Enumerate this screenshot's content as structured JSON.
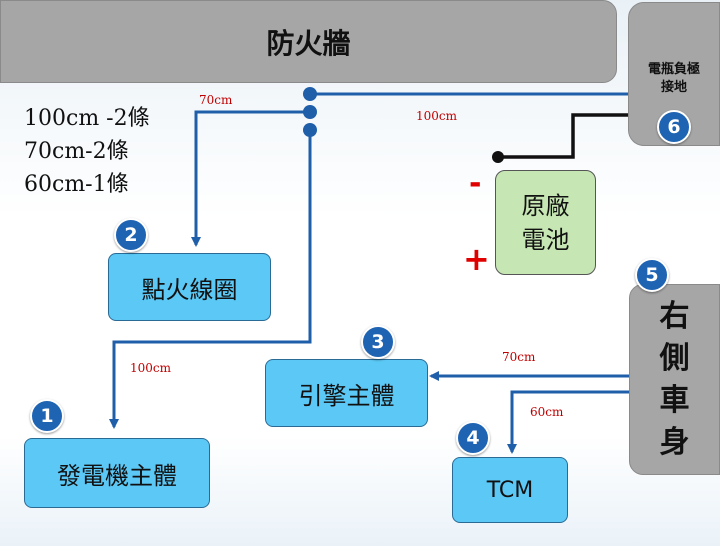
{
  "title": "防火牆",
  "legend": [
    "100cm -2條",
    "70cm-2條",
    "60cm-1條"
  ],
  "nodes": {
    "ground": "電瓶負極\n接地",
    "battery": "原廠\n電池",
    "right_body": "右\n側\n車\n身",
    "ignition_coil": "點火線圈",
    "engine": "引擎主體",
    "generator": "發電機主體",
    "tcm": "TCM"
  },
  "badges": {
    "generator": "1",
    "ignition_coil": "2",
    "engine": "3",
    "tcm": "4",
    "right_body": "5",
    "ground": "6"
  },
  "battery_signs": {
    "minus": "-",
    "plus": "+"
  },
  "wire_labels": {
    "to_ground": "100cm",
    "to_coil": "70cm",
    "to_generator": "100cm",
    "to_engine": "70cm",
    "to_tcm": "60cm"
  },
  "colors": {
    "wire": "#1f5ea8",
    "battery_wire": "#111111",
    "label": "#c00000",
    "box_blue": "#5bc8f5",
    "box_green": "#c6e6b4",
    "box_gray": "#a6a6a6"
  }
}
